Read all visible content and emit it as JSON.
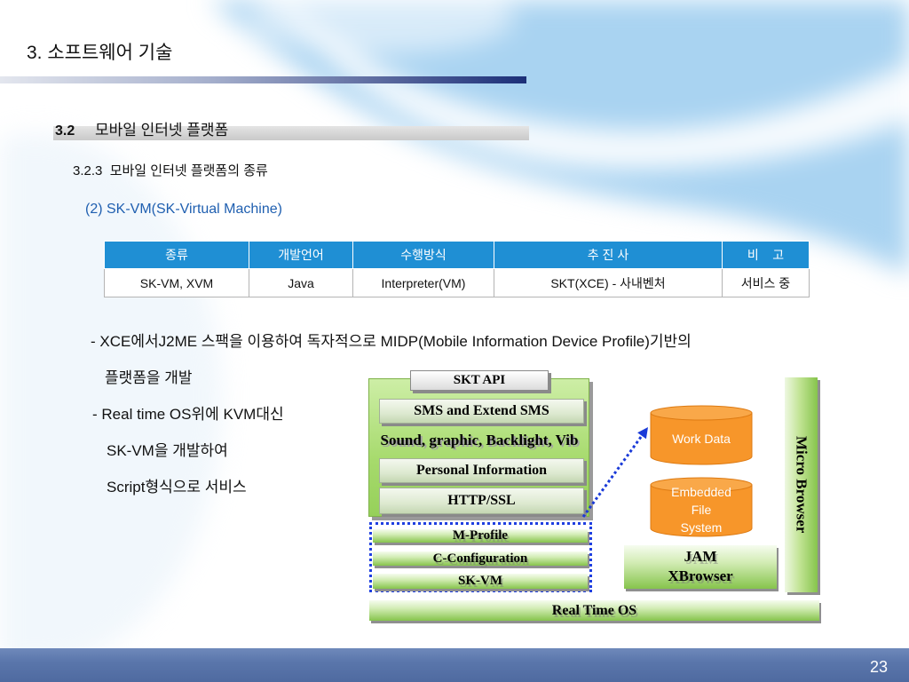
{
  "header": {
    "section_title": "3. 소프트웨어 기술"
  },
  "subsection": {
    "number": "3.2",
    "title": "모바일 인터넷 플랫폼"
  },
  "subsubsection": {
    "title": "3.2.3  모바일 인터넷 플랫폼의 종류"
  },
  "item": {
    "heading": "(2) SK-VM(SK-Virtual Machine)"
  },
  "table": {
    "headers": [
      "종류",
      "개발언어",
      "수행방식",
      "추 진 사",
      "비    고"
    ],
    "rows": [
      [
        "SK-VM, XVM",
        "Java",
        "Interpreter(VM)",
        "SKT(XCE) - 사내벤처",
        "서비스 중"
      ]
    ]
  },
  "bullets": [
    {
      "lines": [
        "- XCE에서J2ME 스팩을 이용하여 독자적으로 MIDP(Mobile Information Device Profile)기반의",
        "플랫폼을 개발"
      ]
    },
    {
      "lines": [
        "- Real time OS위에 KVM대신",
        "SK-VM을 개발하여",
        "Script형식으로 서비스"
      ]
    }
  ],
  "diagram": {
    "api_stack": {
      "title": "SKT API",
      "layers": [
        "SMS and Extend SMS",
        "Sound, graphic, Backlight, Vib",
        "Personal Information",
        "HTTP/SSL"
      ]
    },
    "vm_stack": [
      "M-Profile",
      "C-Configuration",
      "SK-VM"
    ],
    "storage": [
      {
        "lines": [
          "Work Data"
        ]
      },
      {
        "lines": [
          "Embedded",
          "File",
          "System"
        ]
      }
    ],
    "browser": {
      "lines": [
        "JAM",
        "XBrowser"
      ]
    },
    "micro_browser": "Micro Browser",
    "os": "Real Time OS"
  },
  "footer": {
    "page_number": "23"
  },
  "colors": {
    "title_bar_dark": "#1c2f78",
    "table_header": "#1f8fd4",
    "heading_blue": "#1f5fb0",
    "vm_group_border": "#1f3fe0",
    "storage_orange": "#f7962a",
    "footer_band": "#5a76ab"
  }
}
